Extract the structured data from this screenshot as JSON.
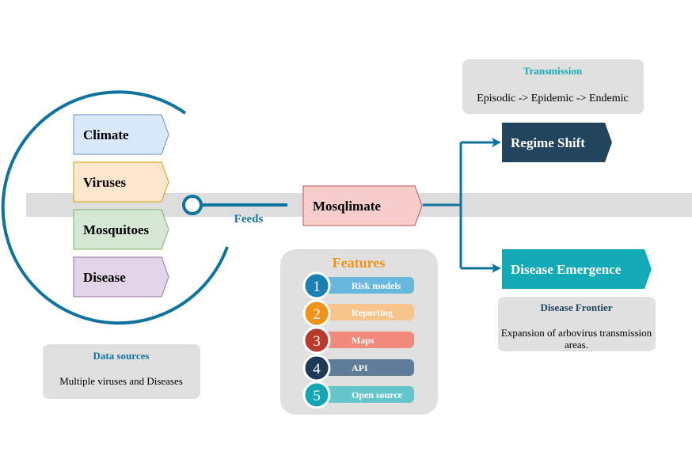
{
  "inputs": [
    {
      "label": "Climate",
      "fill": "#dae8fc",
      "stroke": "#6c8ebf"
    },
    {
      "label": "Viruses",
      "fill": "#ffe6cc",
      "stroke": "#d79b00"
    },
    {
      "label": "Mosquitoes",
      "fill": "#d5e8d4",
      "stroke": "#82b366"
    },
    {
      "label": "Disease",
      "fill": "#e1d5e7",
      "stroke": "#9673a6"
    }
  ],
  "data_sources": {
    "title": "Data sources",
    "text": "Multiple viruses and Diseases"
  },
  "feeds_label": "Feeds",
  "center": {
    "label": "Mosqlimate",
    "fill": "#f8cecc",
    "stroke": "#b85450"
  },
  "features": {
    "title": "Features",
    "items": [
      {
        "num": "1",
        "label": "Risk models",
        "color": "#1b7fb3",
        "pill": "#67b8dc"
      },
      {
        "num": "2",
        "label": "Reporting",
        "color": "#f0931a",
        "pill": "#f7c48b"
      },
      {
        "num": "3",
        "label": "Maps",
        "color": "#b83a2c",
        "pill": "#ef8a7c"
      },
      {
        "num": "4",
        "label": "API",
        "color": "#1e3a56",
        "pill": "#5f7c98"
      },
      {
        "num": "5",
        "label": "Open source",
        "color": "#16a5b3",
        "pill": "#64c5cd"
      }
    ]
  },
  "transmission": {
    "title": "Transmission",
    "text": "Episodic -> Epidemic -> Endemic"
  },
  "regime_shift": {
    "label": "Regime Shift",
    "fill": "#23445d"
  },
  "disease_emergence": {
    "label": "Disease Emergence",
    "fill": "#12aab5"
  },
  "disease_frontier": {
    "title": "Disease Frontier",
    "text_line1": "Expansion of arbovirus transmission",
    "text_line2": "areas."
  },
  "colors": {
    "accent_blue": "#10739e",
    "band_gray": "#dddddd",
    "box_gray": "#e0e0e0",
    "transmission_title": "#12aab5",
    "features_title": "#f0931a"
  }
}
